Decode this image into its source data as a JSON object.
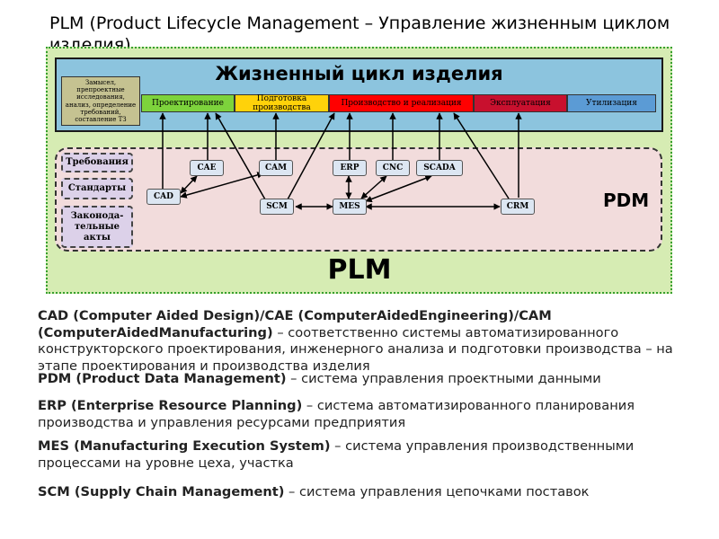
{
  "title": "PLM (Product Lifecycle Management – Управление жизненным циклом изделия)",
  "diagram": {
    "lifecycle_title": "Жизненный цикл изделия",
    "concept_box": "Замысел, препроектные исследования, анализ, определение требований, составление ТЗ",
    "stages": [
      {
        "label": "Проектирование",
        "color": "#7dd33c"
      },
      {
        "label": "Подготовка производства",
        "color": "#ffd20a"
      },
      {
        "label": "Производство и реализация",
        "color": "#ff0000"
      },
      {
        "label": "Эксплуатация",
        "color": "#c8102e"
      },
      {
        "label": "Утилизация",
        "color": "#5b9bd5"
      }
    ],
    "side_boxes": [
      "Требования",
      "Стандарты",
      "Законода-тельные акты"
    ],
    "systems": {
      "cae": "CAE",
      "cam": "CAM",
      "erp": "ERP",
      "cnc": "CNC",
      "scada": "SCADA",
      "cad": "CAD",
      "scm": "SCM",
      "mes": "MES",
      "crm": "CRM"
    },
    "pdm_label": "PDM",
    "plm_label": "PLM"
  },
  "definitions": [
    {
      "term": "CAD (Computer Aided Design)/CAE (ComputerAidedEngineering)/CAM (ComputerAidedManufacturing)",
      "text": " – соответственно системы автоматизированного конструкторского проектирования, инженерного анализа и подготовки производства – на этапе проектирования и производства изделия"
    },
    {
      "term": "PDM (Product Data Management)",
      "text": " – система управления проектными данными"
    },
    {
      "term": "ERP (Enterprise Resource Planning)",
      "text": " – система автоматизированного планирования производства и управления ресурсами предприятия"
    },
    {
      "term": "MES (Manufacturing Execution System)",
      "text": " – система управления производственными процессами на уровне цеха, участка"
    },
    {
      "term": "SCM (Supply Chain Management)",
      "text": " – система управления цепочками поставок"
    }
  ]
}
